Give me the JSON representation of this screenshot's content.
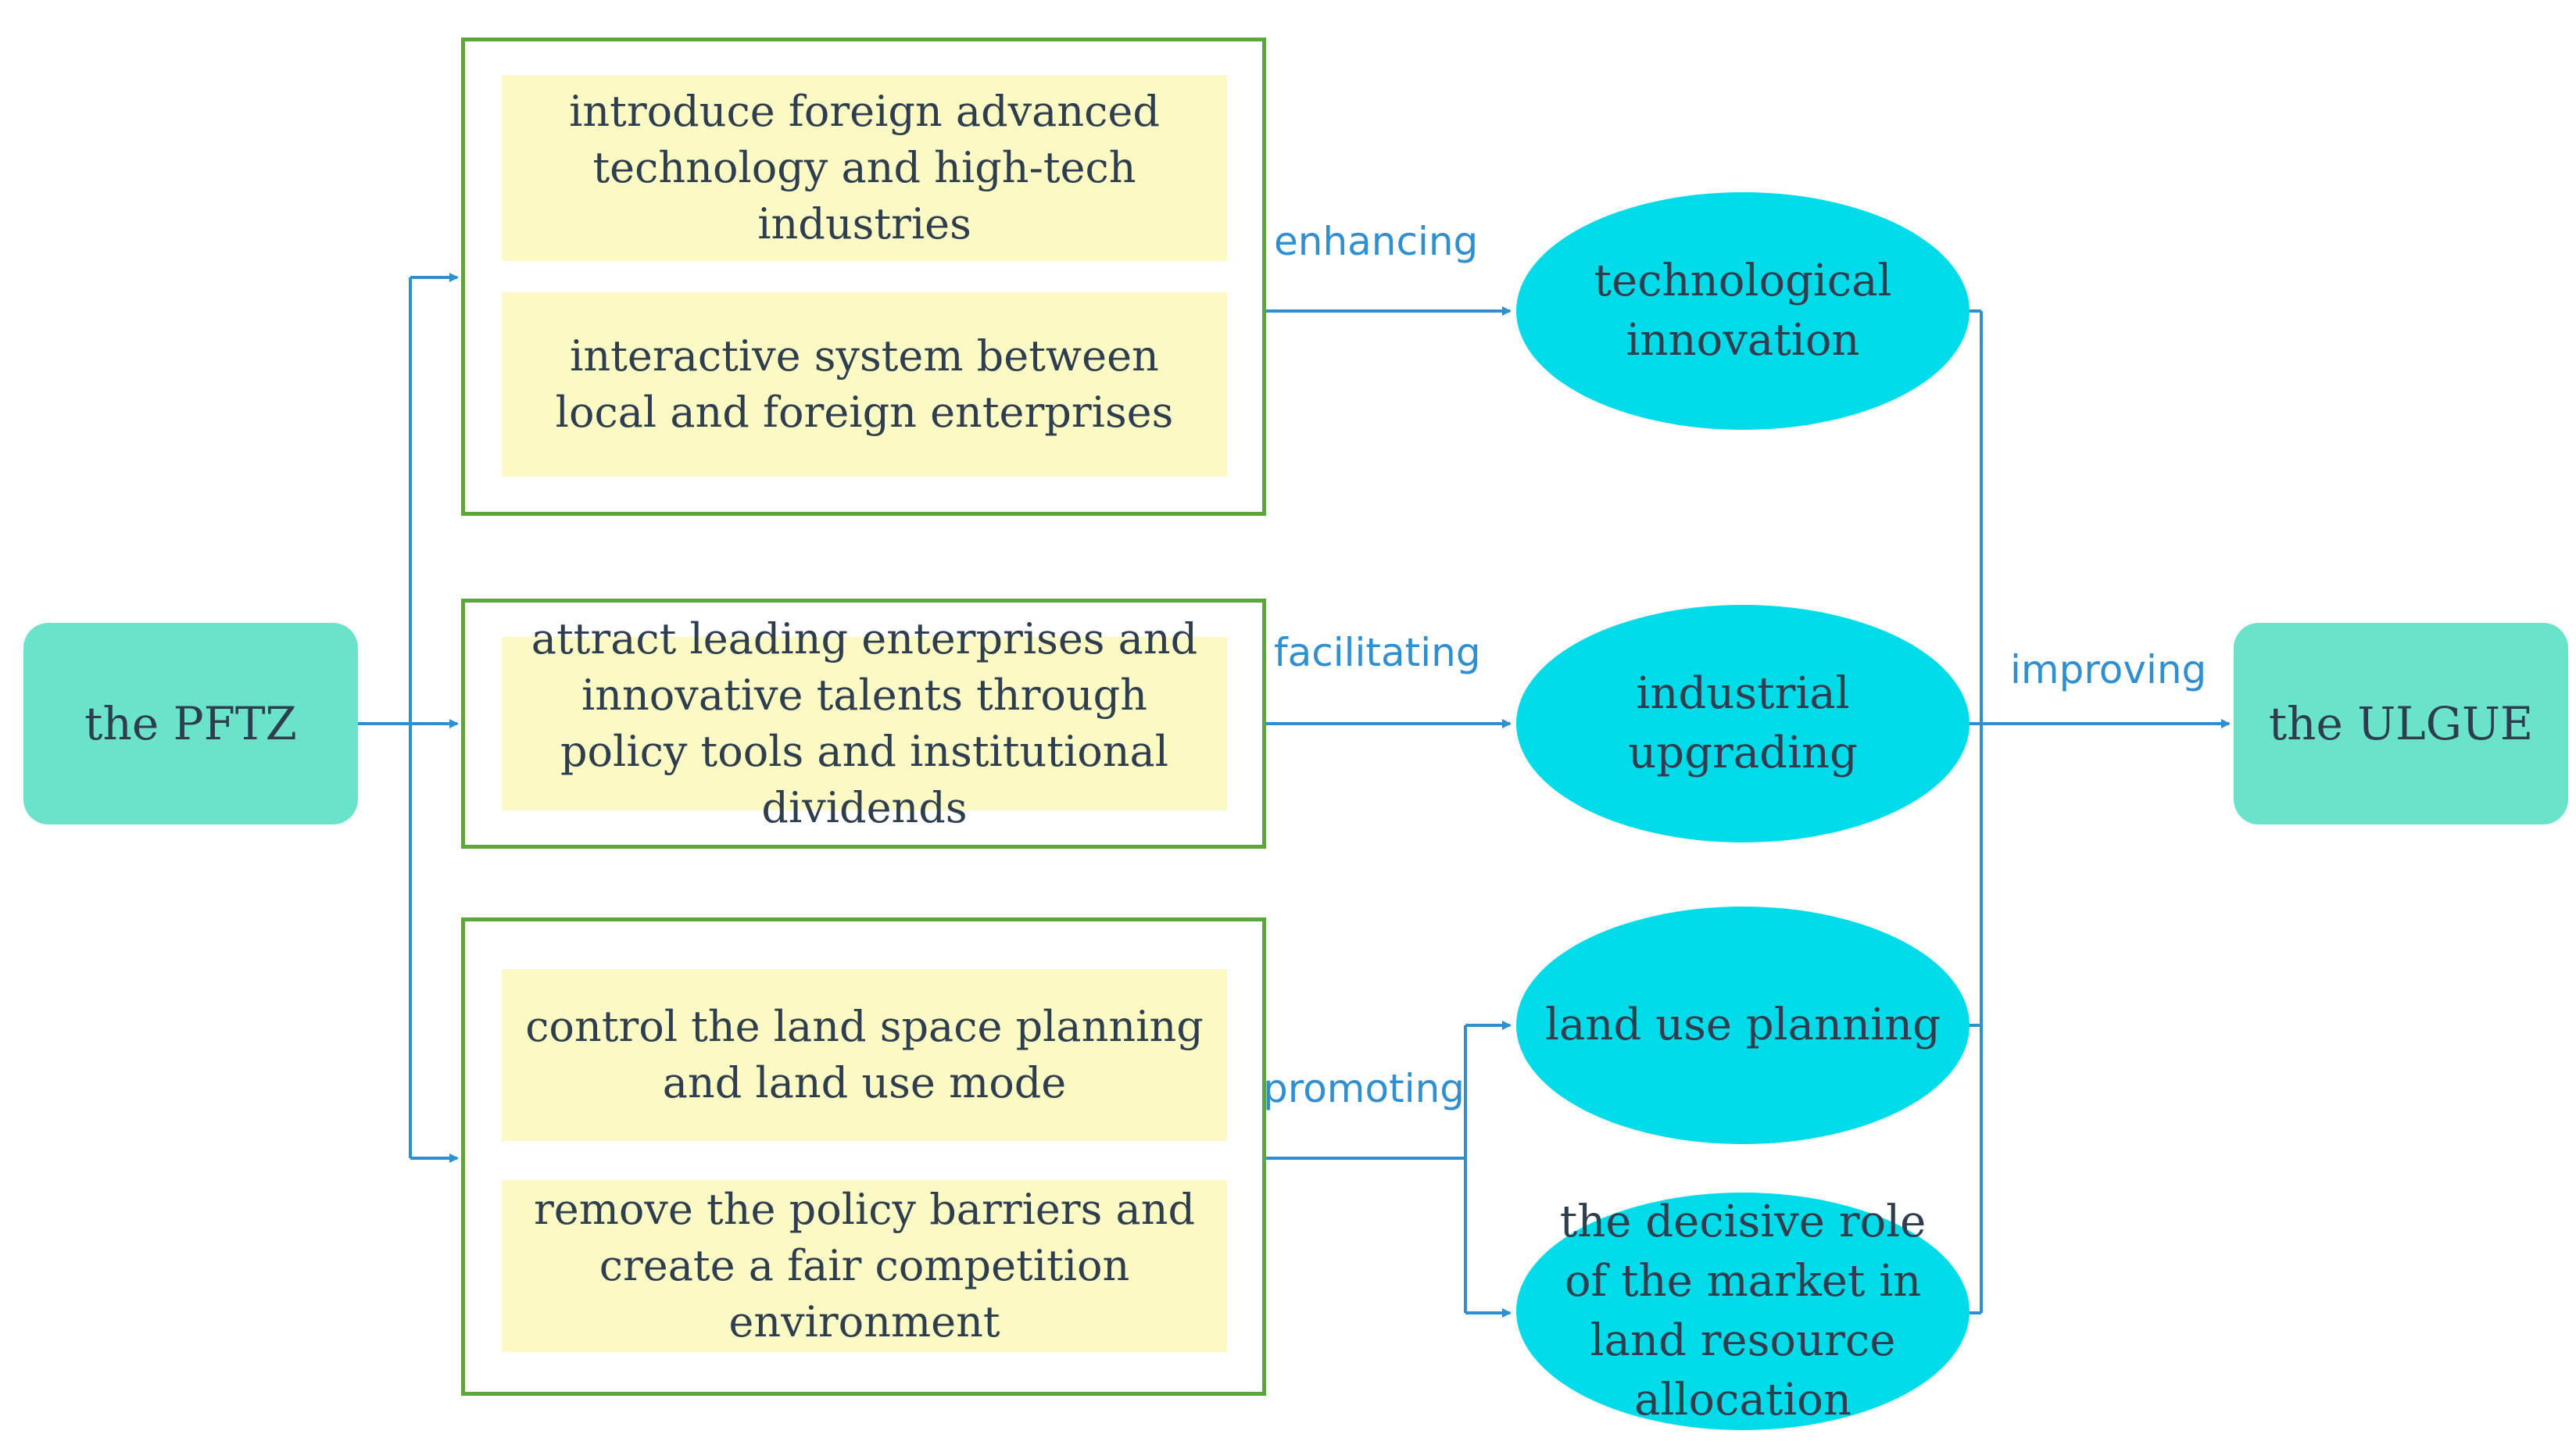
{
  "source": {
    "label": "the PFTZ"
  },
  "target": {
    "label": "the ULGUE"
  },
  "groups": [
    {
      "items": [
        "introduce foreign advanced technology and high-tech industries",
        "interactive system between local and foreign enterprises"
      ],
      "edge_label": "enhancing"
    },
    {
      "items": [
        "attract leading enterprises and innovative talents through policy tools and institutional dividends"
      ],
      "edge_label": "facilitating"
    },
    {
      "items": [
        "control the land space planning and land use mode",
        "remove the policy barriers and create a fair competition environment"
      ],
      "edge_label": "promoting"
    }
  ],
  "outcomes": [
    "technological innovation",
    "industrial upgrading",
    "land use planning",
    "the decisive role of the market in land resource allocation"
  ],
  "final_edge_label": "improving",
  "colors": {
    "endpoint_fill": "#6be3cb",
    "group_border": "#5aa83c",
    "item_fill": "#fbfac4",
    "oval_fill": "#00dbea",
    "connector": "#2f8fd0",
    "text": "#2f3e4e"
  }
}
